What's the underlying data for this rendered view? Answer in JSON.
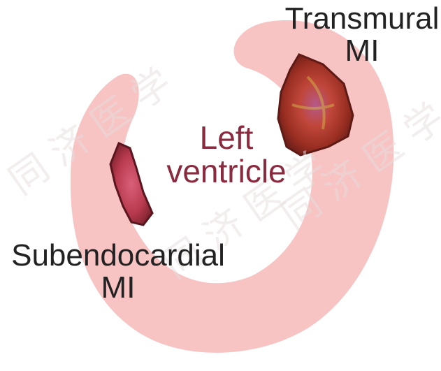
{
  "labels": {
    "transmural": {
      "line1": "Transmural",
      "line2": "MI"
    },
    "left_ventricle": {
      "line1": "Left",
      "line2": "ventricle"
    },
    "subendocardial": {
      "line1": "Subendocardial",
      "line2": "MI"
    }
  },
  "watermark": {
    "text": "同 济 医 学"
  },
  "colors": {
    "ventricle_wall": "#f7c3c3",
    "transmural_infarct": "#a9302a",
    "subendocardial_infarct": "#b83a4e",
    "label_text": "#222222",
    "ventricle_label": "#8a2a3e"
  }
}
